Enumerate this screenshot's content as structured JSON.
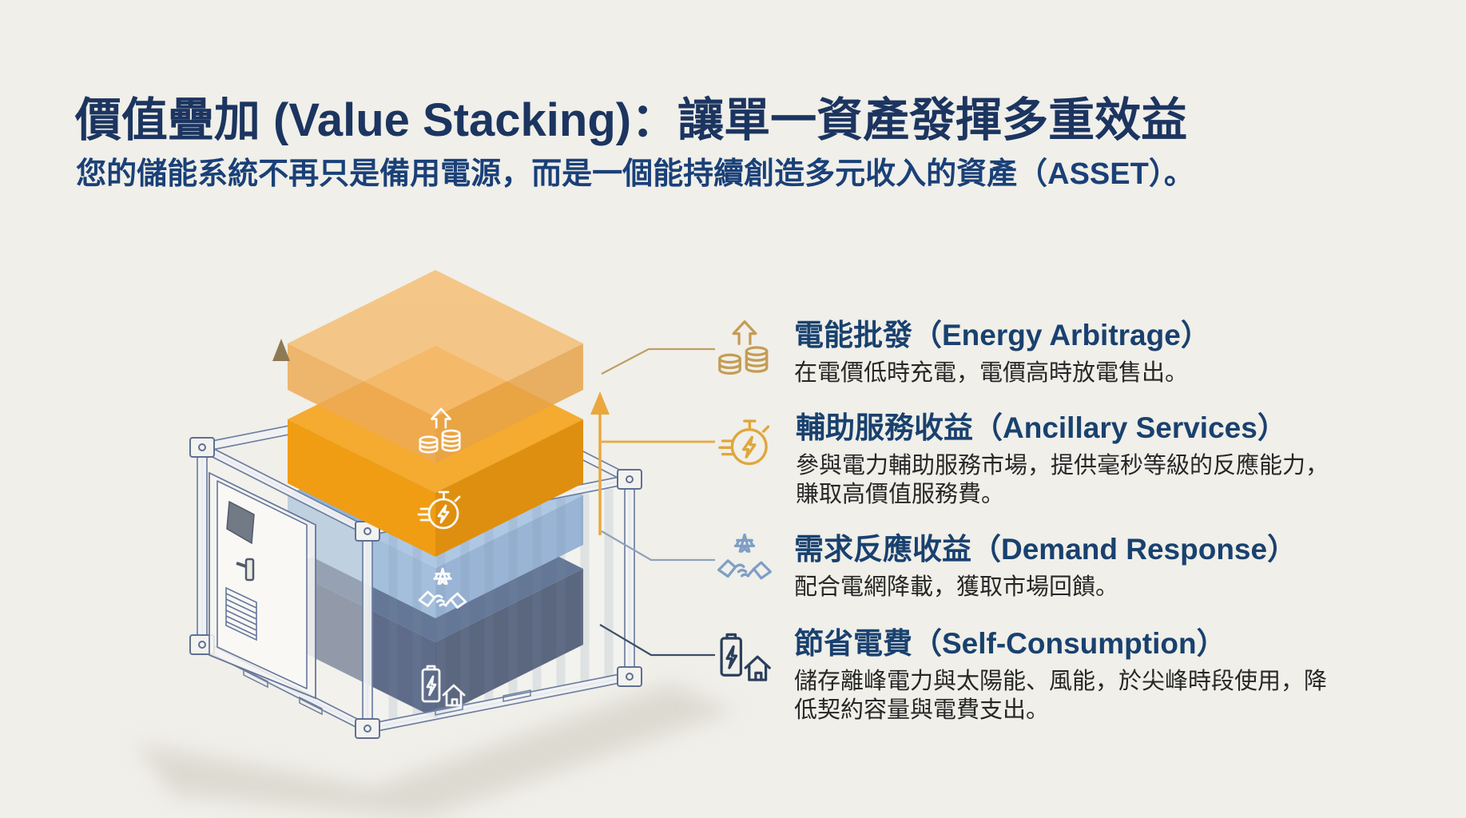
{
  "page": {
    "background": "#f0efe9"
  },
  "title": "價值疊加 (Value Stacking)：讓單一資產發揮多重效益",
  "subtitle": "您的儲能系統不再只是備用電源，而是一個能持續創造多元收入的資產（ASSET）。",
  "stack": {
    "container": "battery-storage-container",
    "layers": [
      {
        "name": "energy-arbitrage-layer",
        "color": "#f4bd74",
        "icon": "coins-up-arrow-icon"
      },
      {
        "name": "ancillary-services-layer",
        "color": "#f5aa30",
        "icon": "stopwatch-bolt-icon"
      },
      {
        "name": "demand-response-layer",
        "color": "#8fb3da",
        "icon": "grid-handshake-icon"
      },
      {
        "name": "self-consumption-layer",
        "color": "#24406b",
        "icon": "battery-house-icon"
      }
    ]
  },
  "items": [
    {
      "icon": "coins-up-arrow-icon",
      "symbol": "#sym-coins",
      "accent": "#c59c55",
      "heading": "電能批發（Energy Arbitrage）",
      "description": "在電價低時充電，電價高時放電售出。"
    },
    {
      "icon": "stopwatch-bolt-icon",
      "symbol": "#sym-stopwatch",
      "accent": "#dfa63c",
      "heading": "輔助服務收益（Ancillary Services）",
      "description": "參與電力輔助服務市場，提供毫秒等級的反應能力，賺取高價值服務費。"
    },
    {
      "icon": "grid-handshake-icon",
      "symbol": "#sym-handshake",
      "accent": "#7e9fc5",
      "heading": "需求反應收益（Demand Response）",
      "description": "配合電網降載，獲取市場回饋。"
    },
    {
      "icon": "battery-house-icon",
      "symbol": "#sym-battery-house",
      "accent": "#2b3f5c",
      "heading": "節省電費（Self-Consumption）",
      "description": "儲存離峰電力與太陽能、風能，於尖峰時段使用，降低契約容量與電費支出。"
    }
  ]
}
